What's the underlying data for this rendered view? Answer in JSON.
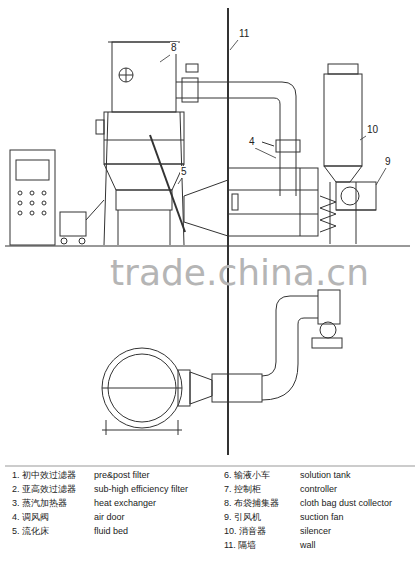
{
  "diagram": {
    "labels": [
      "8",
      "11",
      "4",
      "10",
      "9",
      "5",
      "trade.china.cn",
      "1. 初中效过滤器",
      "pre&post filter",
      "2. 亚高效过滤器",
      "sub-high efficiency filter",
      "3. 蒸汽加热器",
      "heat exchanger",
      "4. 调风阀",
      "air door",
      "5. 流化床",
      "fluid bed",
      "6. 输液小车",
      "solution tank",
      "7. 控制柜",
      "controller",
      "8. 布袋捕集器",
      "cloth bag dust collector",
      "9. 引风机",
      "suction fan",
      "10. 消音器",
      "silencer",
      "11. 隔墙",
      "wall"
    ]
  }
}
